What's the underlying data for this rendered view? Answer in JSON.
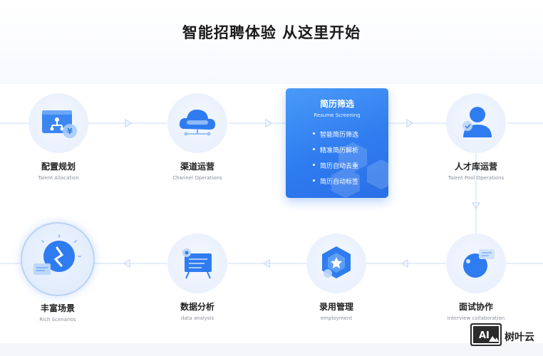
{
  "title": "智能招聘体验 从这里开始",
  "nodes": {
    "allocation": {
      "cn": "配置规划",
      "en": "Talent Allocation"
    },
    "channel": {
      "cn": "渠道运营",
      "en": "Channel Operations"
    },
    "resume": {
      "cn": "简历筛选",
      "en": "Resume Screening",
      "items": [
        "智能简历筛选",
        "精准简历解析",
        "简历自动去重",
        "简历自动标签"
      ]
    },
    "pool": {
      "cn": "人才库运营",
      "en": "Talent Pool Operations"
    },
    "interview": {
      "cn": "面试协作",
      "en": "Interview collaboration"
    },
    "employment": {
      "cn": "录用管理",
      "en": "employment"
    },
    "analysis": {
      "cn": "数据分析",
      "en": "data analysis"
    },
    "scenarios": {
      "cn": "丰富场景",
      "en": "Rich Scenarios"
    }
  },
  "watermark": {
    "text": "树叶云",
    "logo": "AI"
  },
  "colors": {
    "accent": "#2f7cf0",
    "line": "#d9e6fa",
    "title": "#1a1a1a"
  },
  "icons": [
    "allocation-icon",
    "cloud-icon",
    "user-icon",
    "interview-icon",
    "badge-icon",
    "board-icon",
    "bulb-icon"
  ]
}
